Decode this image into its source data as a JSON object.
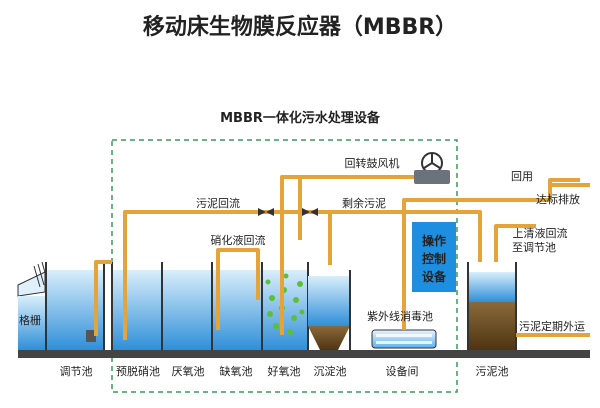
{
  "title": "移动床生物膜反应器（MBBR）",
  "subtitle": "MBBR一体化污水处理设备",
  "labels": {
    "blower": "回转鼓风机",
    "sludge_return": "污泥回流",
    "nitrate_return": "硝化液回流",
    "excess_sludge": "剩余污泥",
    "reuse": "回用",
    "discharge": "达标排放",
    "supernatant_1": "上清液回流",
    "supernatant_2": "至调节池",
    "control_1": "操作",
    "control_2": "控制",
    "control_3": "设备",
    "uv": "紫外线消毒池",
    "grille": "格栅",
    "sludge_transport": "污泥定期外运"
  },
  "bottom_labels": [
    "调节池",
    "预脱硝池",
    "厌氧池",
    "缺氧池",
    "好氧池",
    "沉淀池",
    "设备间",
    "污泥池"
  ],
  "colors": {
    "title": "#2c7fc4",
    "pipe": "#e4a43a",
    "water": "#2f8fd8",
    "water_light": "#cfe8f8",
    "control_box": "#1e8fe0",
    "dashed_border": "#3a9a5a",
    "ground": "#444444",
    "sludge": "#6b4a1e"
  }
}
